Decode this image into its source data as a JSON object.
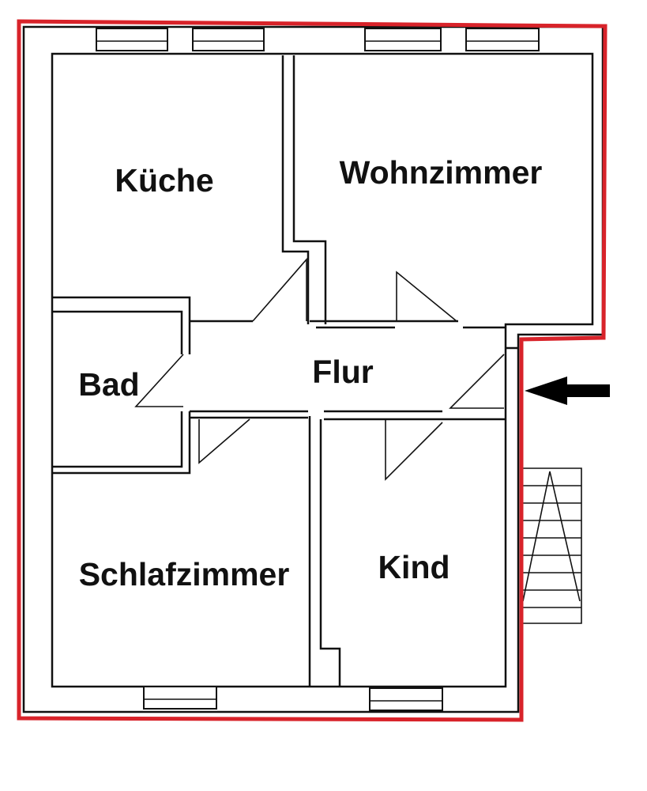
{
  "floorplan": {
    "rooms": {
      "kueche": "Küche",
      "wohnzimmer": "Wohnzimmer",
      "bad": "Bad",
      "flur": "Flur",
      "schlafzimmer": "Schlafzimmer",
      "kind": "Kind"
    },
    "colors": {
      "outline": "#d8232a",
      "walls": "#111111",
      "entrance_arrow": "#000000"
    },
    "icons": {
      "entrance": "arrow-left-icon",
      "stairs": "stairs-icon"
    }
  }
}
